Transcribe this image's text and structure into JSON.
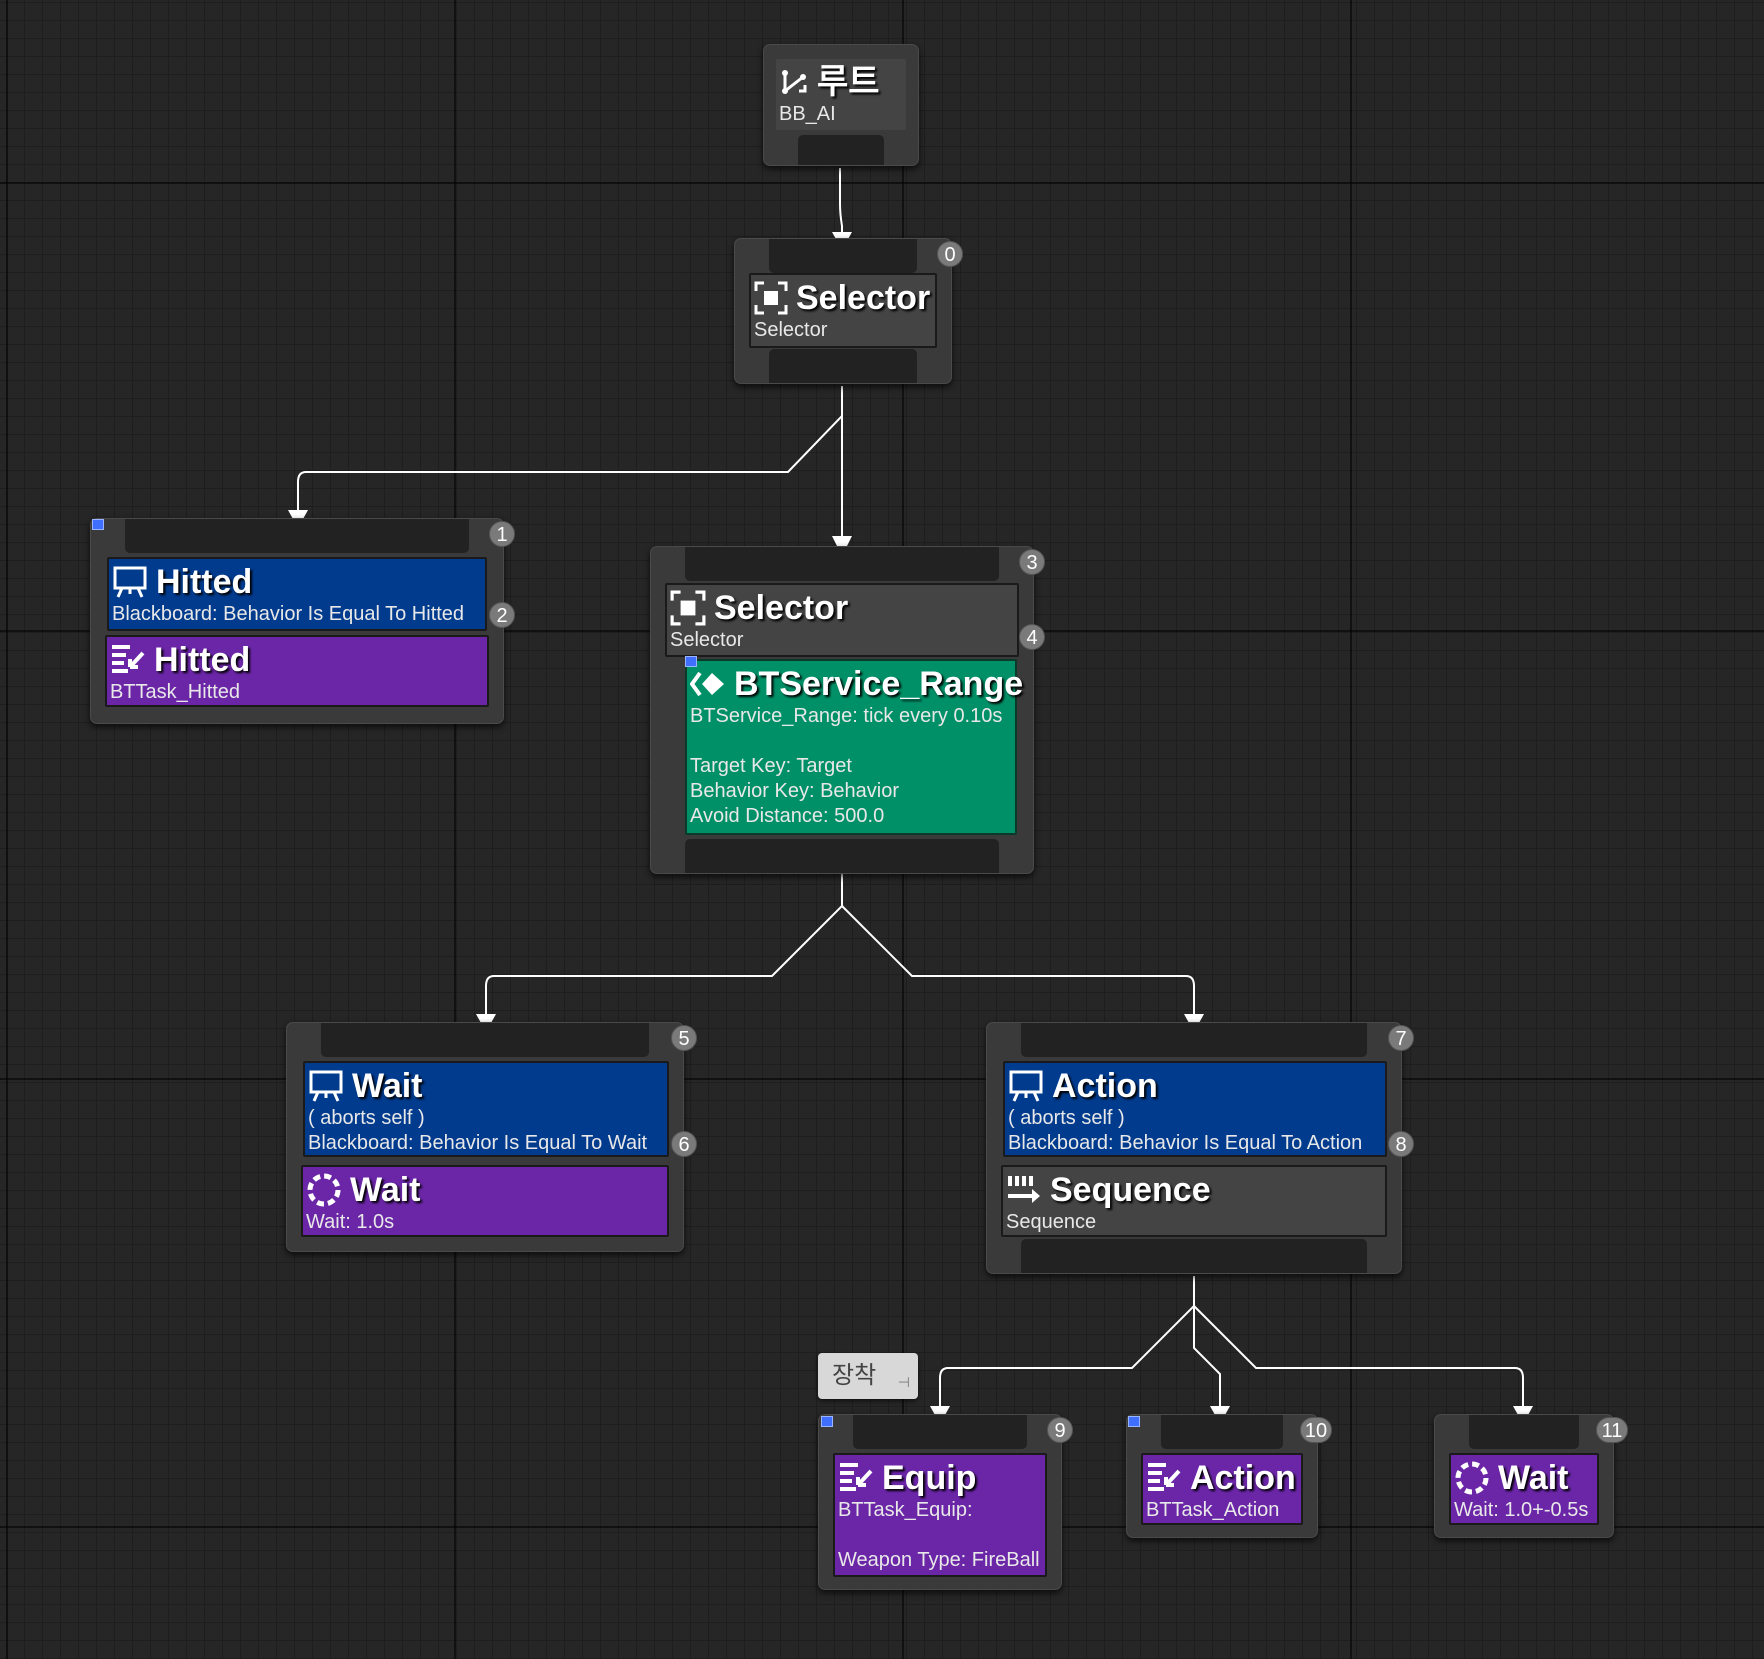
{
  "root": {
    "title": "루트",
    "subtitle": "BB_AI"
  },
  "selector_top": {
    "index": "0",
    "title": "Selector",
    "subtitle": "Selector"
  },
  "hitted_branch": {
    "index_node": "1",
    "decorator": {
      "index": "2",
      "title": "Hitted",
      "subtitle": "Blackboard: Behavior Is Equal To Hitted"
    },
    "task": {
      "title": "Hitted",
      "subtitle": "BTTask_Hitted"
    }
  },
  "selector_mid": {
    "index_node": "3",
    "composite": {
      "title": "Selector",
      "subtitle": "Selector"
    },
    "service": {
      "index": "4",
      "title": "BTService_Range",
      "lines": [
        "BTService_Range: tick every 0.10s",
        "",
        "Target Key: Target",
        "Behavior Key: Behavior",
        "Avoid Distance: 500.0"
      ]
    }
  },
  "wait_branch": {
    "index_node": "5",
    "decorator": {
      "index": "6",
      "title": "Wait",
      "line1": "( aborts self )",
      "line2": "Blackboard: Behavior Is Equal To Wait"
    },
    "task": {
      "title": "Wait",
      "subtitle": "Wait: 1.0s"
    }
  },
  "action_branch": {
    "index_node": "7",
    "decorator": {
      "index": "8",
      "title": "Action",
      "line1": "( aborts self )",
      "line2": "Blackboard: Behavior Is Equal To Action"
    },
    "composite": {
      "title": "Sequence",
      "subtitle": "Sequence"
    }
  },
  "comment_bubble": {
    "text": "장착"
  },
  "equip": {
    "index": "9",
    "title": "Equip",
    "line1": "BTTask_Equip:",
    "line2": "",
    "line3": "Weapon Type: FireBall"
  },
  "action_task": {
    "index": "10",
    "title": "Action",
    "subtitle": "BTTask_Action"
  },
  "wait_task": {
    "index": "11",
    "title": "Wait",
    "subtitle": "Wait: 1.0+-0.5s"
  },
  "colors": {
    "decorator": "#003b8e",
    "task": "#6b26a8",
    "service": "#009067",
    "composite": "#444444",
    "node_bg": "#3a3a3a",
    "canvas": "#262626"
  },
  "icons": {
    "root": "branch-icon",
    "selector": "selector-icon",
    "decorator": "blackboard-icon",
    "task": "task-icon",
    "wait": "wait-icon",
    "service": "service-icon",
    "sequence": "sequence-icon"
  }
}
